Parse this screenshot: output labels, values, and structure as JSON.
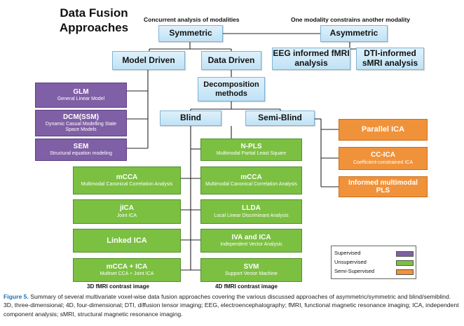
{
  "title": "Data Fusion Approaches",
  "notes": {
    "concurrent": "Concurrent analysis of modalities",
    "constrains": "One modality constrains  another modality"
  },
  "nodes": {
    "symmetric": "Symmetric",
    "asymmetric": "Asymmetric",
    "model_driven": "Model Driven",
    "data_driven": "Data Driven",
    "eeg_fmri": "EEG informed fMRI analysis",
    "dti_smri": "DTI-informed sMRI analysis",
    "decomposition": "Decomposition methods",
    "blind": "Blind",
    "semi_blind": "Semi-Blind"
  },
  "purple_boxes": [
    {
      "name": "GLM",
      "sub": "General Linear Model"
    },
    {
      "name": "DCM(SSM)",
      "sub": "Dynamic Casual Modelling State Space Models"
    },
    {
      "name": "SEM",
      "sub": "Structural equation modeling"
    }
  ],
  "orange_boxes": [
    {
      "name": "Parallel ICA",
      "sub": ""
    },
    {
      "name": "CC-ICA",
      "sub": "Coefficient-constrained ICA"
    },
    {
      "name": "Informed multimodal PLS",
      "sub": ""
    }
  ],
  "green_left": [
    {
      "name": "mCCA",
      "sub": "Multimodal Canonical Correlation Analysis"
    },
    {
      "name": "jICA",
      "sub": "Joint ICA"
    },
    {
      "name": "Linked ICA",
      "sub": ""
    },
    {
      "name": "mCCA + ICA",
      "sub": "Multiset CCA + Joint ICA"
    }
  ],
  "green_right": [
    {
      "name": "N-PLS",
      "sub": "Multimodal Partial Least Square"
    },
    {
      "name": "mCCA",
      "sub": "Multimodal Canonical Correlation Analysis"
    },
    {
      "name": "LLDA",
      "sub": "Local Linear Discriminant Analysis"
    },
    {
      "name": "IVA and ICA",
      "sub": "Independent Vector Analysis"
    },
    {
      "name": "SVM",
      "sub": "Support Vector Machine"
    }
  ],
  "column_labels": {
    "left": "3D fMRI contrast image",
    "right": "4D fMRI contrast image"
  },
  "legend": {
    "items": [
      {
        "label": "Supervised",
        "color": "#7f5fa5"
      },
      {
        "label": "Unsupervised",
        "color": "#7cc042"
      },
      {
        "label": "Semi-Supervised",
        "color": "#f0923a"
      }
    ]
  },
  "caption": {
    "figure": "Figure 5.",
    "text": " Summary of several multivariate voxel-wise data fusion approaches covering the various discussed approaches of asymmetric/symmetric and blind/semiblind. 3D, three-dimensional; 4D, four-dimensional; DTI, diffusion tensor imaging; EEG, electroencephalography; fMRI, functional magnetic resonance imaging; ICA, independent component analysis; sMRI, structural magnetic resonance imaging."
  }
}
